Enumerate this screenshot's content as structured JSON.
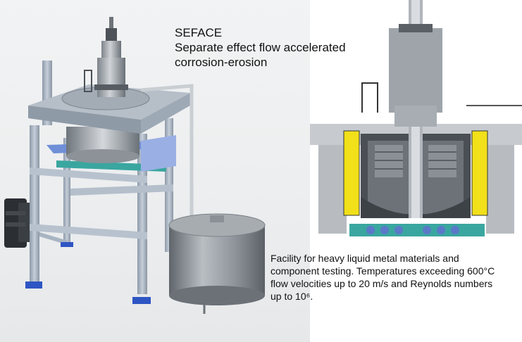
{
  "title": "SEFACE",
  "subtitle_line1": "Separate effect flow accelerated",
  "subtitle_line2": "corrosion-erosion",
  "description": "Facility for heavy liquid metal materials and component testing. Temperatures exceeding 600°C flow velocities up to 20 m/s and Reynolds numbers up to 10⁶.",
  "colors": {
    "frame_steel": "#a9b4c2",
    "vessel_steel": "#9aa0a6",
    "accent_teal": "#3aa6a0",
    "accent_blue": "#3b5fb8",
    "heater_yellow": "#f2e01a",
    "motor_dark": "#2b2f33",
    "blue_feet": "#2e55c4"
  }
}
